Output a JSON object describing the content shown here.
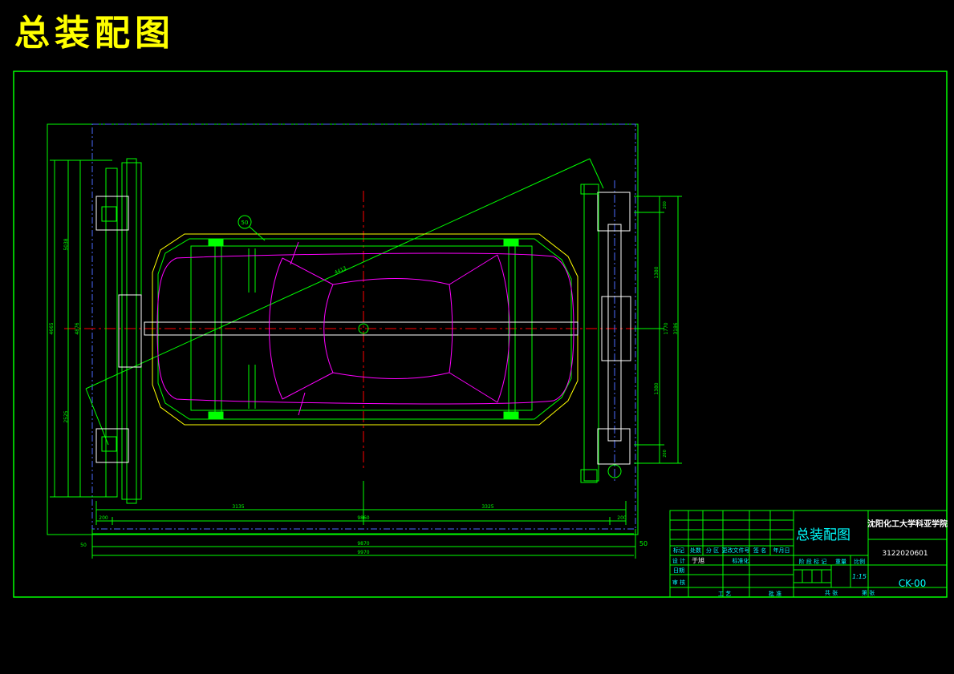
{
  "page": {
    "heading": "总装配图"
  },
  "drawing": {
    "part_balloon": "50",
    "overall_dims": {
      "d1": "9860",
      "d2": "9870",
      "d3": "9970"
    },
    "edge_dims": {
      "left": "200",
      "right": "200",
      "margin_left": "50",
      "margin_right": "50"
    },
    "span_dims": {
      "left_span": "3135",
      "right_span": "3325"
    },
    "diagonal_dim": "4413",
    "left_vertical_dims": [
      "2525",
      "5038",
      "4665",
      "4876"
    ],
    "right_vertical_dims": [
      "200",
      "1380",
      "1770",
      "1380",
      "200",
      "3186"
    ]
  },
  "title_block": {
    "drawing_title": "总装配图",
    "institution": "沈阳化工大学科亚学院",
    "drawing_number": "3122020601",
    "code": "CK-00",
    "scale": "1:15",
    "header_cells": [
      "标记",
      "处数",
      "分 区",
      "更改文件号",
      "签 名",
      "年月日"
    ],
    "row_design": "设 计",
    "designer": "于旭",
    "row_standard": "标准化",
    "row_date": "日期",
    "row_review": "审 核",
    "row_process": "工 艺",
    "row_approve": "批 准",
    "stage_labels": [
      "阶 段 标 记",
      "重量",
      "比例"
    ],
    "sheet_total": "共    张",
    "sheet_no": "第    张"
  }
}
